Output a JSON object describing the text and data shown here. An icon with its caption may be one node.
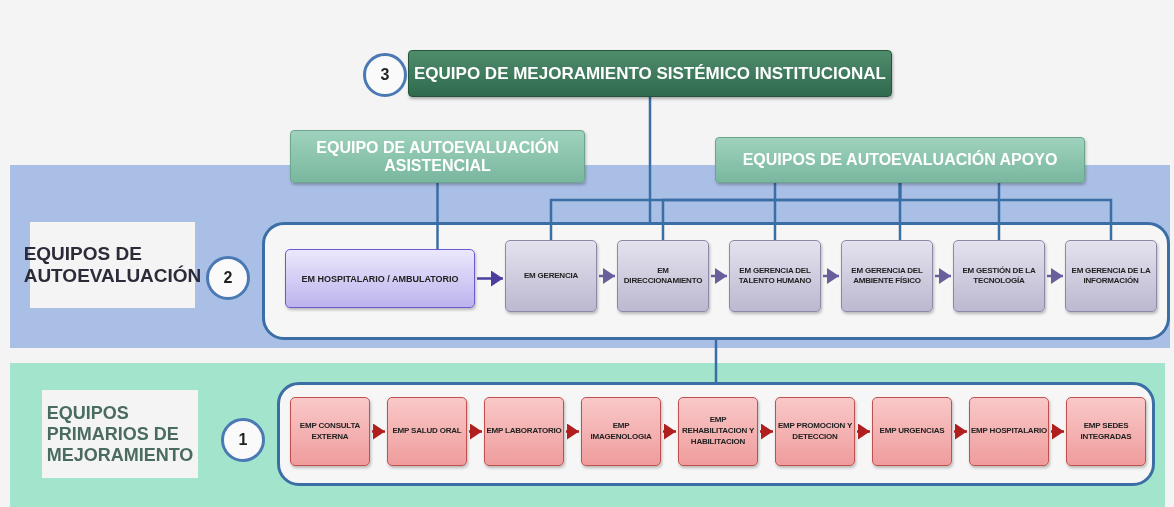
{
  "diagram": {
    "nodes": [
      {
        "text": [
          "3"
        ]
      },
      {
        "text": [
          "EQUIPO DE MEJORAMIENTO SISTÉMICO INSTITUCIONAL"
        ]
      },
      {
        "text": [
          "EQUIPO DE AUTOEVALUACIÓN ASISTENCIAL"
        ]
      },
      {
        "text": [
          "EQUIPOS DE AUTOEVALUACIÓN APOYO"
        ]
      },
      {
        "text": [
          "EQUIPOS DE AUTOEVALUACIÓN"
        ]
      },
      {
        "text": [
          "2"
        ]
      },
      {
        "text": [],
        "shape": "box"
      },
      {
        "text": [
          "EM HOSPITALARIO / AMBULATORIO"
        ],
        "in": 6
      },
      {
        "text": [
          "EM GERENCIA"
        ],
        "in": 6
      },
      {
        "text": [
          "EM DIRECCIONAMIENTO"
        ],
        "in": 6
      },
      {
        "text": [
          "EM GERENCIA DEL TALENTO HUMANO"
        ],
        "in": 6
      },
      {
        "text": [
          "EM GERENCIA DEL AMBIENTE FÍSICO"
        ],
        "in": 6
      },
      {
        "text": [
          "EM GESTIÓN DE LA TECNOLOGÍA"
        ],
        "in": 6
      },
      {
        "text": [
          "EM GERENCIA DE LA INFORMACIÓN"
        ],
        "in": 6
      },
      {
        "text": [
          "EQUIPOS PRIMARIOS DE MEJORAMIENTO"
        ]
      },
      {
        "text": [
          "1"
        ]
      },
      {
        "text": [],
        "shape": "box"
      },
      {
        "text": [
          "EMP CONSULTA EXTERNA"
        ],
        "in": 16
      },
      {
        "text": [
          "EMP SALUD ORAL"
        ],
        "in": 16
      },
      {
        "text": [
          "EMP LABORATORIO"
        ],
        "in": 16
      },
      {
        "text": [
          "EMP IMAGENOLOGIA"
        ],
        "in": 16
      },
      {
        "text": [
          "EMP REHABILITACION Y HABILITACION"
        ],
        "in": 16
      },
      {
        "text": [
          "EMP PROMOCION Y DETECCION"
        ],
        "in": 16
      },
      {
        "text": [
          "EMP URGENCIAS"
        ],
        "in": 16
      },
      {
        "text": [
          "EMP HOSPITALARIO"
        ],
        "in": 16
      },
      {
        "text": [
          "EMP SEDES INTEGRADAS"
        ],
        "in": 16
      }
    ],
    "edges": [
      {
        "from": 1,
        "to": 6,
        "arrow": "none"
      },
      {
        "from": 2,
        "to": 7,
        "arrow": "none"
      },
      {
        "from": 3,
        "to": 8,
        "arrow": "none"
      },
      {
        "from": 3,
        "to": 9,
        "arrow": "none"
      },
      {
        "from": 3,
        "to": 10,
        "arrow": "none"
      },
      {
        "from": 3,
        "to": 11,
        "arrow": "none"
      },
      {
        "from": 3,
        "to": 12,
        "arrow": "none"
      },
      {
        "from": 3,
        "to": 13,
        "arrow": "none"
      },
      {
        "from": 7,
        "to": 8,
        "arrow": "to",
        "color": "#4a3f9e"
      },
      {
        "from": 8,
        "to": 9,
        "arrow": "to",
        "color": "#6a5f9a"
      },
      {
        "from": 9,
        "to": 10,
        "arrow": "to",
        "color": "#6a5f9a"
      },
      {
        "from": 10,
        "to": 11,
        "arrow": "to",
        "color": "#6a5f9a"
      },
      {
        "from": 11,
        "to": 12,
        "arrow": "to",
        "color": "#6a5f9a"
      },
      {
        "from": 12,
        "to": 13,
        "arrow": "to",
        "color": "#6a5f9a"
      },
      {
        "from": 6,
        "to": 16,
        "arrow": "none"
      },
      {
        "from": 17,
        "to": 18,
        "arrow": "to",
        "color": "#b01e1e"
      },
      {
        "from": 18,
        "to": 19,
        "arrow": "to",
        "color": "#b01e1e"
      },
      {
        "from": 19,
        "to": 20,
        "arrow": "to",
        "color": "#b01e1e"
      },
      {
        "from": 20,
        "to": 21,
        "arrow": "to",
        "color": "#b01e1e"
      },
      {
        "from": 21,
        "to": 22,
        "arrow": "to",
        "color": "#b01e1e"
      },
      {
        "from": 22,
        "to": 23,
        "arrow": "to",
        "color": "#b01e1e"
      },
      {
        "from": 23,
        "to": 24,
        "arrow": "to",
        "color": "#b01e1e"
      },
      {
        "from": 24,
        "to": 25,
        "arrow": "to",
        "color": "#b01e1e"
      }
    ]
  }
}
